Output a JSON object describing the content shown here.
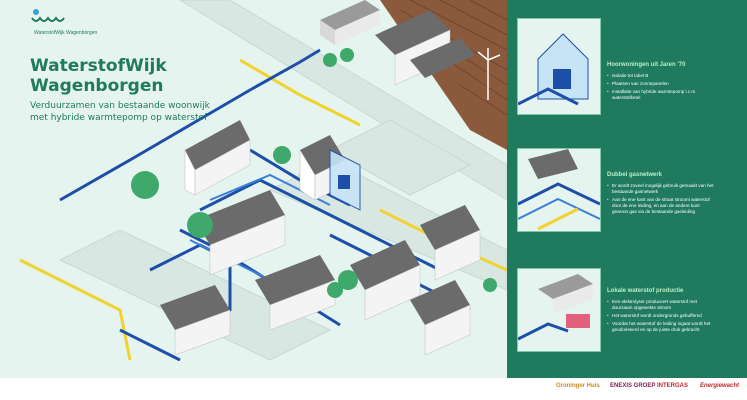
{
  "brand": {
    "logo_text": "WaterstofWijk Wagenborgen",
    "logo_icon": "water-waves-logo-icon"
  },
  "title_line1": "WaterstofWijk",
  "title_line2": "Wagenborgen",
  "subtitle_line1": "Verduurzamen van bestaande woonwijk",
  "subtitle_line2": "met hybride warmtepomp op waterstof",
  "colors": {
    "accent": "#1f7a5e",
    "background": "#e6f4ef",
    "pipe": "#1e4fa8",
    "road_line": "#f2d230",
    "house": "#ffffff",
    "roof": "#6b6b6b",
    "tree": "#3fa86b",
    "field": "#8b5a3c"
  },
  "cards": [
    {
      "title": "Hoorwoningen uit Jaren '70",
      "items": [
        "Isolatie tot label B",
        "Plaatsen van zonnepanelen",
        "Installatie van hybride warmtepomp i.c.m. waterstofketel"
      ]
    },
    {
      "title": "Dubbel gasnetwerk",
      "items": [
        "Er wordt zoveel mogelijk gebruik gemaakt van het bestaande gasnetwerk",
        "Aan de ene kant van de straat stroomt waterstof door de ene leiding, en aan de andere kant gewoon gas via de bestaande gasleiding"
      ]
    },
    {
      "title": "Lokale waterstof productie",
      "items": [
        "Een elektrolyser produceert waterstof met duurzaam opgewekte stroom",
        "Het waterstof wordt ondergronds gebuffered",
        "Voordat het waterstof de leiding ingaat wordt het geodoriseerd en op de juiste druk gebracht"
      ]
    }
  ],
  "sponsors": [
    "Groninger Huis",
    "ENEXIS GROEP",
    "INTERGAS",
    "Energiewacht"
  ]
}
